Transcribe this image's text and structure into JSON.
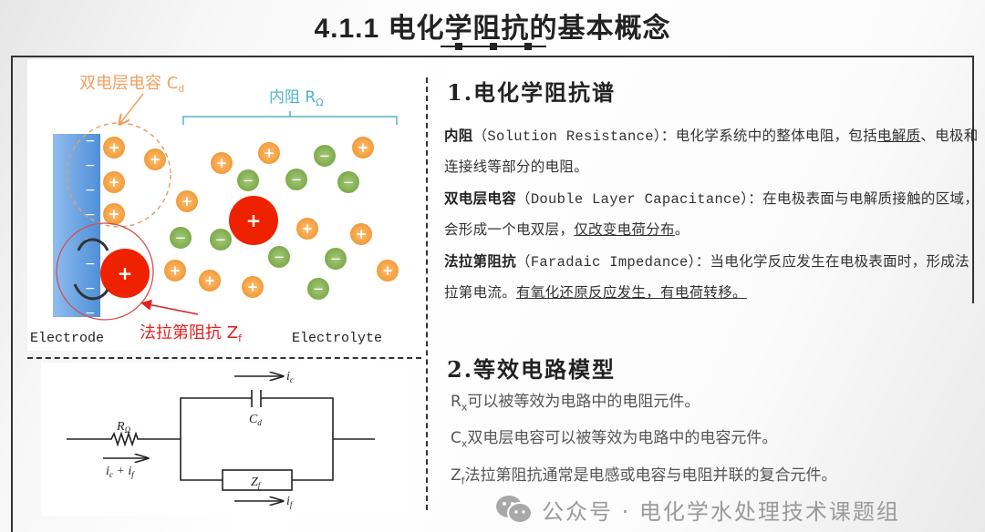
{
  "title": "4.1.1 电化学阻抗的基本概念",
  "diagram": {
    "cd_label": "双电层电容 C",
    "cd_sub": "d",
    "r_label": "内阻 R",
    "r_sub": "Ω",
    "zf_label": "法拉第阻抗 Z",
    "zf_sub": "f",
    "electrode": "Electrode",
    "electrolyte": "Electrolyte",
    "plus": "+",
    "minus": "−"
  },
  "circuit": {
    "r": "R",
    "r_sub": "Ω",
    "c": "C",
    "c_sub": "d",
    "z": "Z",
    "z_sub": "f",
    "ic": "i",
    "ic_sub": "c",
    "if": "i",
    "if_sub": "f",
    "sum": "i",
    "sum_sub1": "c",
    "sum_plus": " + i",
    "sum_sub2": "f"
  },
  "section1": {
    "heading": "1.电化学阻抗谱",
    "p1_term": "内阻",
    "p1_a": "（Solution Resistance）：电化学系统中的整体电阻，包括",
    "p1_u": "电解质",
    "p1_b": "、电极和连接线等部分的电阻。",
    "p2_term": "双电层电容",
    "p2_a": "（Double Layer Capacitance）：在电极表面与电解质接触的区域，会形成一个电双层，",
    "p2_u": "仅改变电荷分布",
    "p2_b": "。",
    "p3_term": "法拉第阻抗",
    "p3_a": "（Faradaic Impedance）：当电化学反应发生在电极表面时，形成法拉第电流。",
    "p3_u": "有氧化还原反应发生，有电荷转移。"
  },
  "section2": {
    "heading": "2.等效电路模型",
    "items": [
      {
        "sym": "R",
        "sub": "x",
        "text": "可以被等效为电路中的电阻元件。"
      },
      {
        "sym": "C",
        "sub": "x",
        "text": "双电层电容可以被等效为电路中的电容元件。"
      },
      {
        "sym": "Z",
        "sub": "f",
        "text": "法拉第阻抗通常是电感或电容与电阻并联的复合元件。"
      }
    ]
  },
  "watermark": "公众号 · 电化学水处理技术课题组",
  "colors": {
    "orange": "#f5a54a",
    "green": "#8cb55a",
    "red": "#ee2200",
    "electrode": "#5f9de0",
    "teal": "#52b3c8"
  }
}
